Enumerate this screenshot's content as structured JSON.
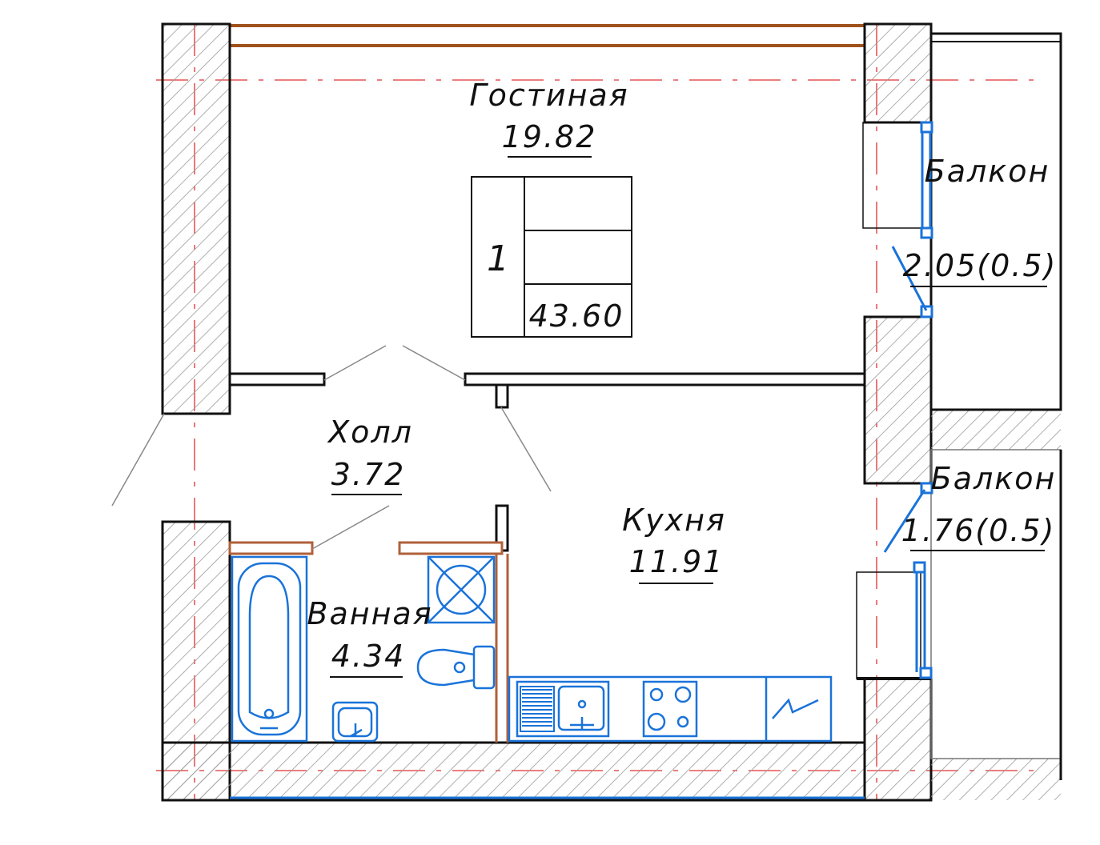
{
  "rooms": {
    "living": {
      "name": "Гостиная",
      "area": "19.82"
    },
    "hall": {
      "name": "Холл",
      "area": "3.72"
    },
    "kitchen": {
      "name": "Кухня",
      "area": "11.91"
    },
    "bath": {
      "name": "Ванная",
      "area": "4.34"
    },
    "balcony1": {
      "name": "Балкон",
      "area": "2.05(0.5)"
    },
    "balcony2": {
      "name": "Балкон",
      "area": "1.76(0.5)"
    }
  },
  "apartment": {
    "rooms_count": "1",
    "total_area": "43.60"
  },
  "colors": {
    "wall": "#111111",
    "hatch": "#9a9a9a",
    "axis": "#e03030",
    "fixture": "#1a73d9",
    "partition": "#b0603a",
    "rail": "#a0521d"
  }
}
